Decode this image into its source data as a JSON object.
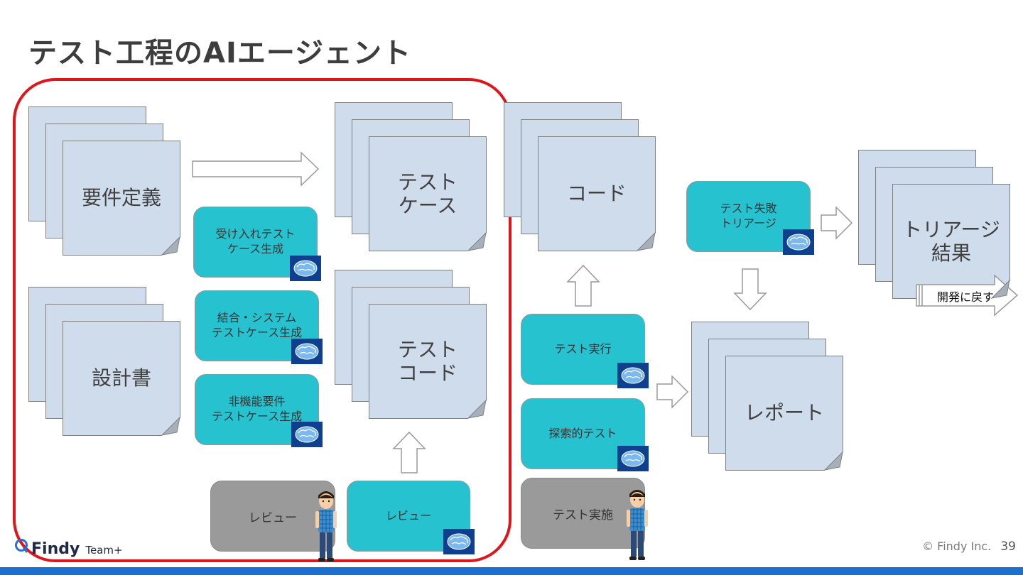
{
  "title": "テスト工程のAIエージェント",
  "docs": {
    "requirements": "要件定義",
    "design": "設計書",
    "test_cases": "テスト\nケース",
    "test_code": "テスト\nコード",
    "code": "コード",
    "triage_result": "トリアージ\n結果",
    "report": "レポート"
  },
  "agents": {
    "acceptance": "受け入れテスト\nケース生成",
    "integration": "結合・システム\nテストケース生成",
    "nonfunctional": "非機能要件\nテストケース生成",
    "review_ai": "レビュー",
    "test_run": "テスト実行",
    "exploratory": "探索的テスト",
    "failure_triage": "テスト失敗\nトリアージ"
  },
  "humans": {
    "review": "レビュー",
    "test_exec": "テスト実施"
  },
  "back_to_dev": "開発に戻す",
  "footer": {
    "logo_main": "Findy",
    "logo_sub": "Team+",
    "copyright": "© Findy Inc.",
    "page": "39"
  },
  "colors": {
    "doc_fill": "#cfdcec",
    "agent_fill": "#27c2cf",
    "human_fill": "#9a9a9a",
    "highlight": "#e0151b",
    "bar": "#1a6fd1"
  },
  "icons": [
    "brain-icon",
    "person-icon",
    "arrow-icon"
  ]
}
